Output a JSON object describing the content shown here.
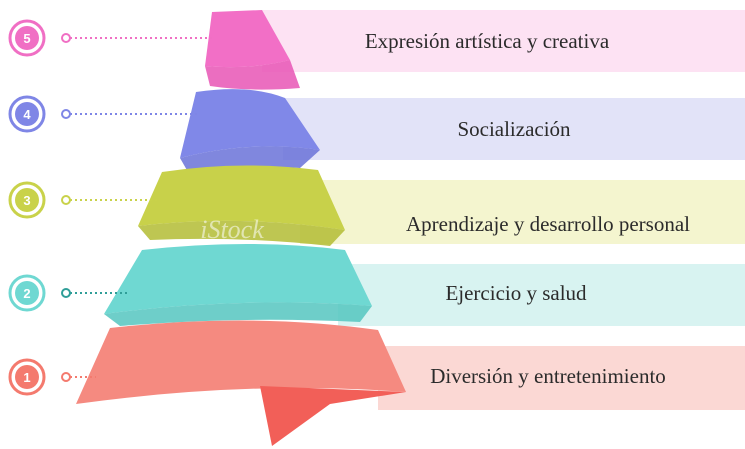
{
  "levels": [
    {
      "number": "5",
      "label": "Expresión artística y creativa",
      "color": "#f06fc4",
      "band_color": "#fde2f3"
    },
    {
      "number": "4",
      "label": "Socialización",
      "color": "#7f86e6",
      "band_color": "#e2e3f8"
    },
    {
      "number": "3",
      "label": "Aprendizaje y desarrollo personal",
      "color": "#c9d24a",
      "band_color": "#f4f5cf"
    },
    {
      "number": "2",
      "label": "Ejercicio y salud",
      "color": "#6fd8d2",
      "band_color": "#d8f3f1"
    },
    {
      "number": "1",
      "label": "Diversión y entretenimiento",
      "color": "#f47a6e",
      "band_color": "#fbd8d4"
    }
  ],
  "watermark": "iStock"
}
